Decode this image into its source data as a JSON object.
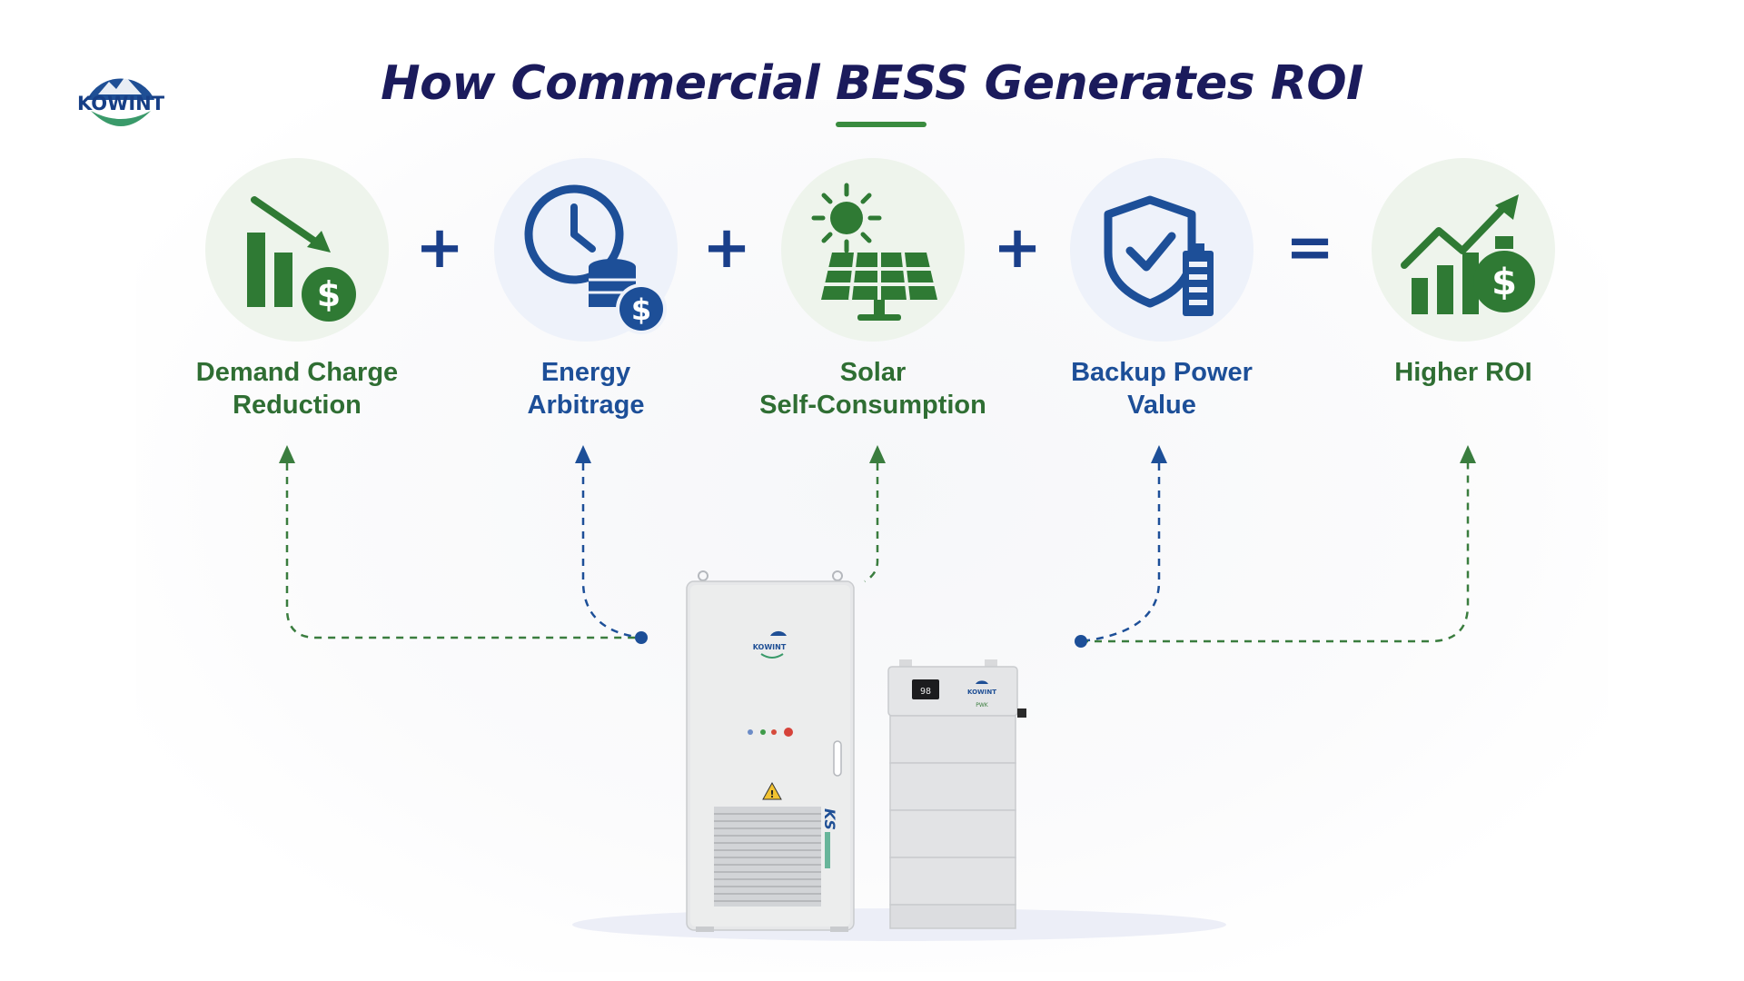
{
  "logo": {
    "brand": "KOWINT"
  },
  "title": "How Commercial BESS Generates ROI",
  "steps": [
    {
      "id": "demand",
      "label": "Demand Charge\nReduction",
      "icon": "bar-chart-down-dollar-icon",
      "theme": "green"
    },
    {
      "id": "arbitrage",
      "label": "Energy\nArbitrage",
      "icon": "clock-coins-dollar-icon",
      "theme": "blue"
    },
    {
      "id": "solar",
      "label": "Solar\nSelf-Consumption",
      "icon": "sun-solar-panel-icon",
      "theme": "green"
    },
    {
      "id": "backup",
      "label": "Backup Power\nValue",
      "icon": "shield-check-battery-icon",
      "theme": "blue"
    },
    {
      "id": "roi",
      "label": "Higher ROI",
      "icon": "growth-chart-dollar-icon",
      "theme": "green"
    }
  ],
  "operators": [
    "+",
    "+",
    "+",
    "="
  ],
  "colors": {
    "green": "#2f7a34",
    "blue": "#1d4f98",
    "title": "#1b1b5c"
  },
  "product": {
    "cabinet_brand": "KOWINT",
    "cabinet_model": "KS",
    "battery_display": "98",
    "battery_brand": "KOWINT",
    "battery_model": "PWK"
  }
}
